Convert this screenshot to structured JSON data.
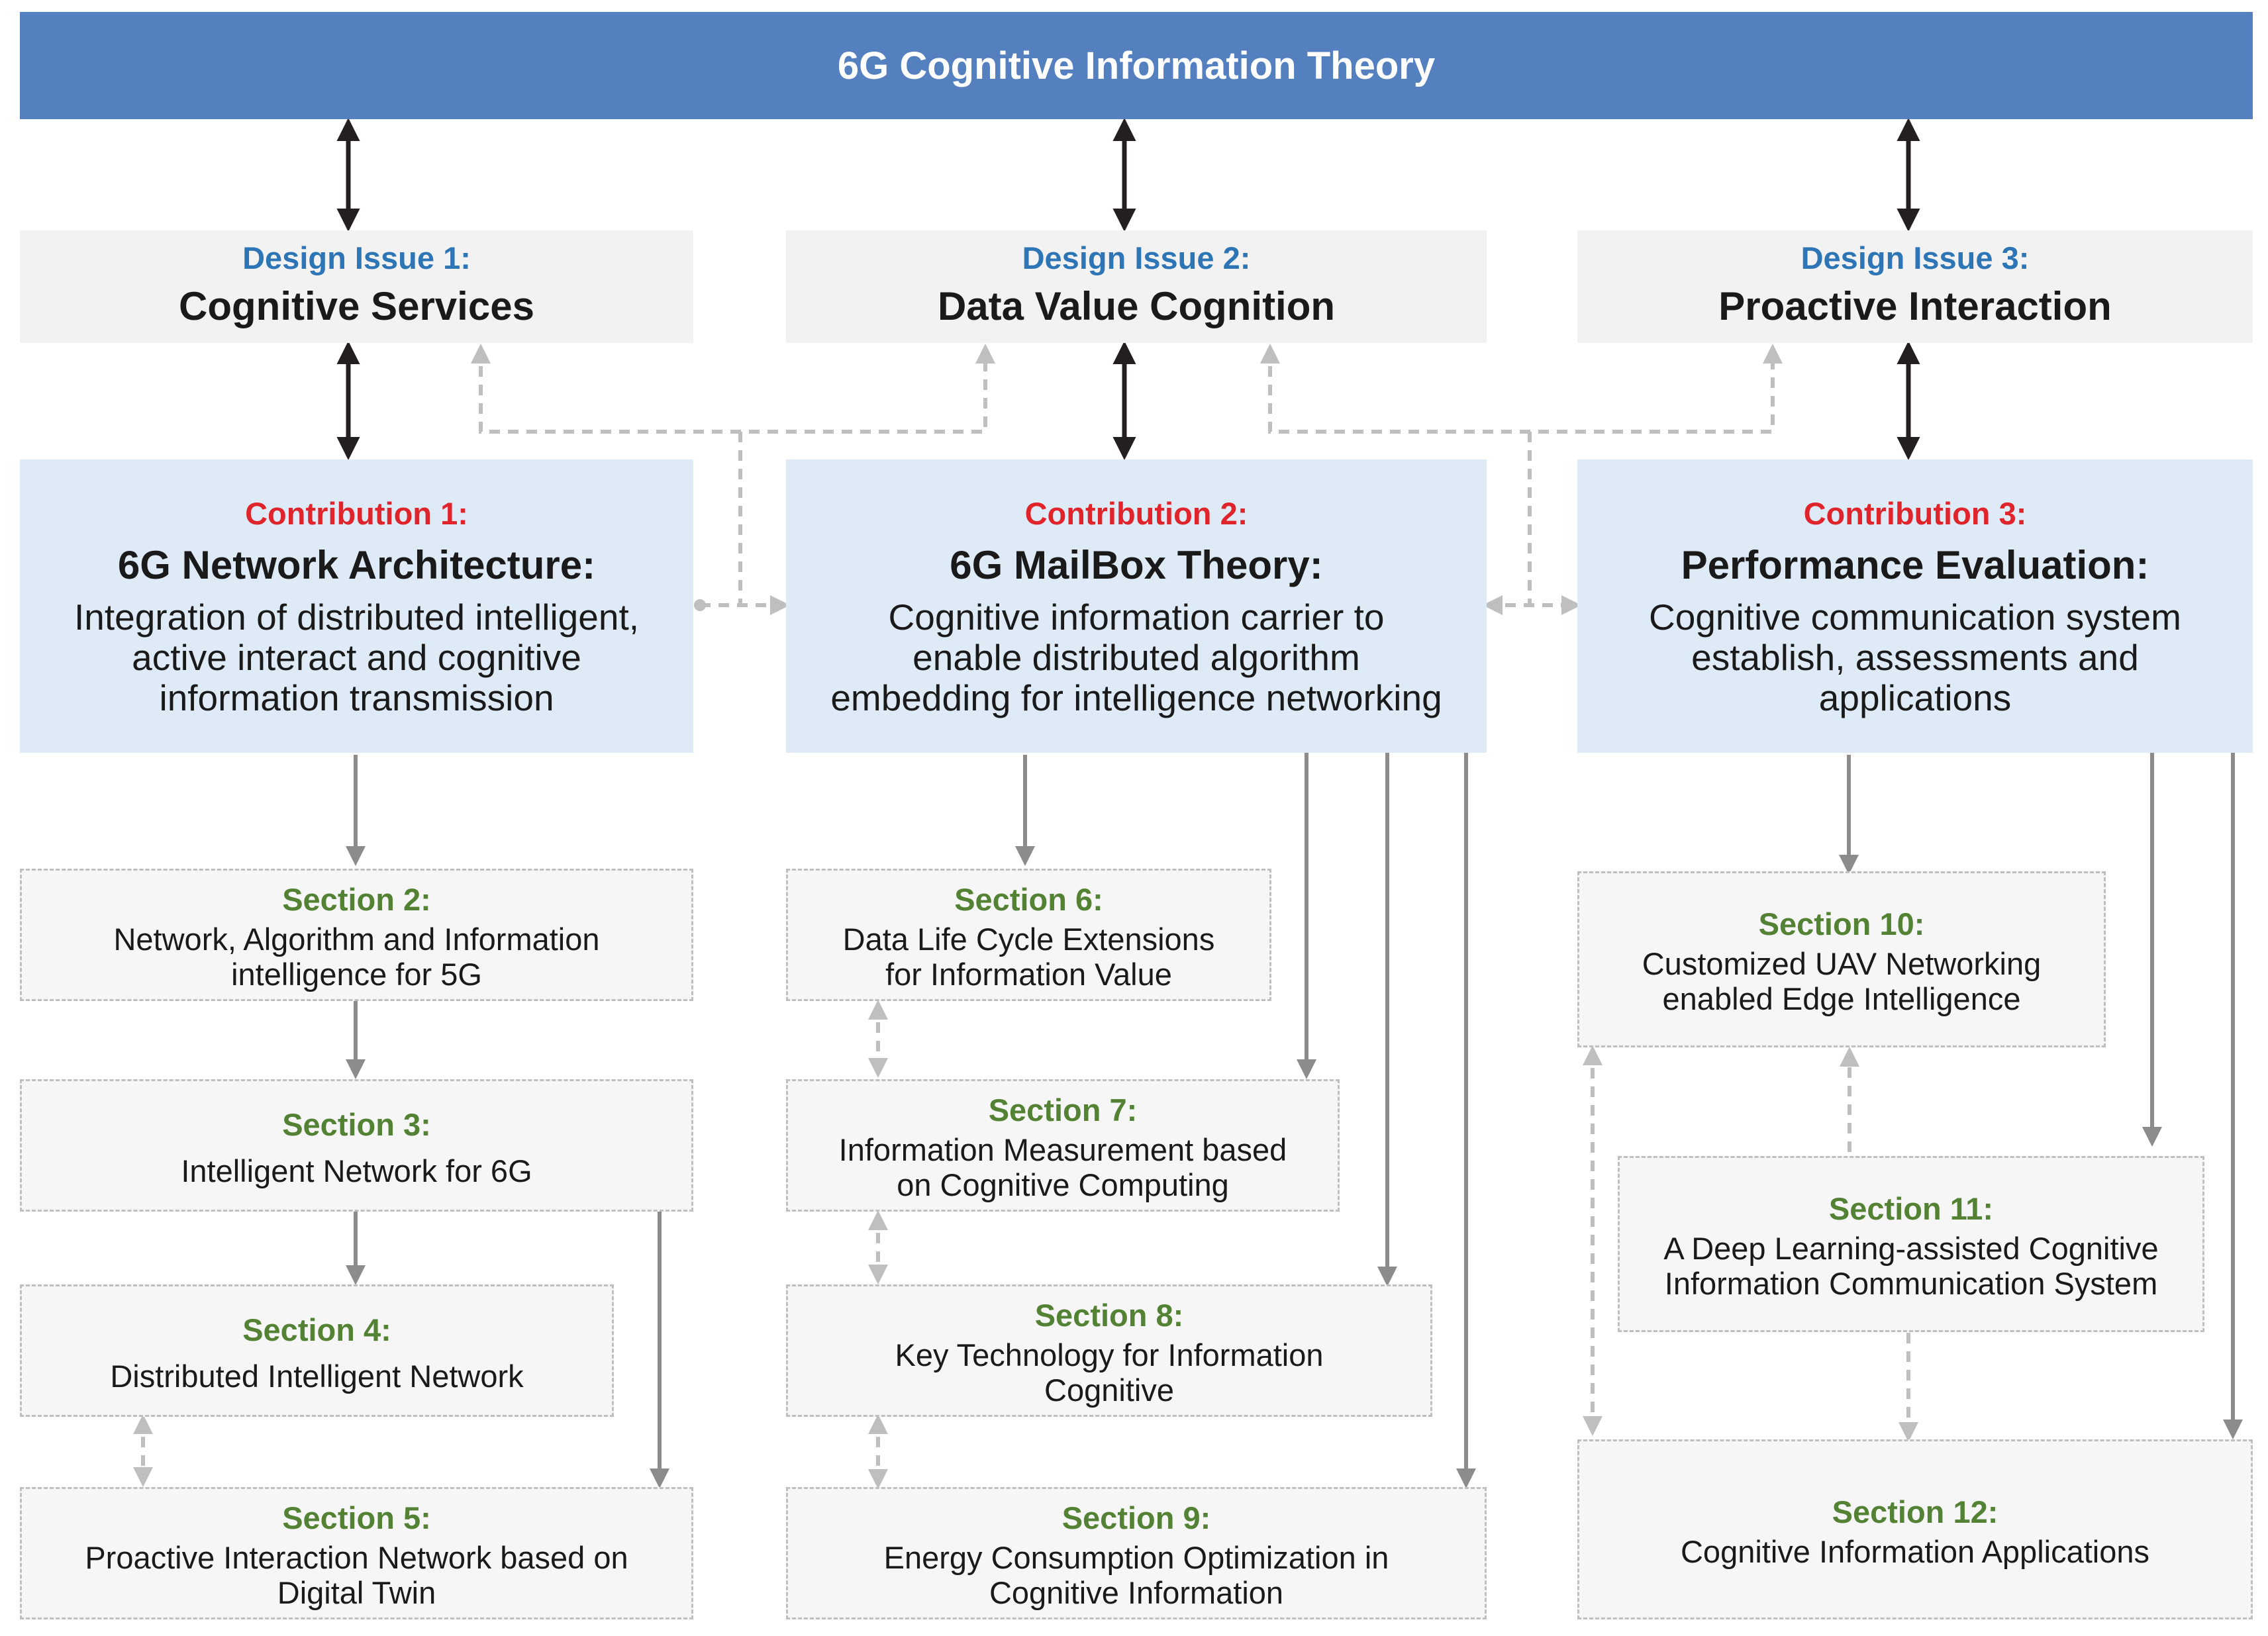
{
  "header": {
    "title": "6G Cognitive Information Theory"
  },
  "issues": [
    {
      "label": "Design Issue 1:",
      "title": "Cognitive Services"
    },
    {
      "label": "Design Issue 2:",
      "title": "Data Value Cognition"
    },
    {
      "label": "Design Issue 3:",
      "title": "Proactive Interaction"
    }
  ],
  "contributions": [
    {
      "label": "Contribution 1:",
      "title": "6G Network Architecture:",
      "desc": [
        "Integration of distributed intelligent,",
        "active interact and cognitive",
        "information transmission"
      ]
    },
    {
      "label": "Contribution 2:",
      "title": "6G MailBox Theory:",
      "desc": [
        "Cognitive information carrier to",
        "enable distributed algorithm",
        "embedding for intelligence networking"
      ]
    },
    {
      "label": "Contribution 3:",
      "title": "Performance Evaluation:",
      "desc": [
        "Cognitive communication system",
        "establish, assessments and",
        "applications"
      ]
    }
  ],
  "sections": {
    "s2": {
      "label": "Section 2:",
      "desc": [
        "Network, Algorithm and Information",
        "intelligence for 5G"
      ]
    },
    "s3": {
      "label": "Section 3:",
      "desc": [
        "Intelligent Network for 6G"
      ]
    },
    "s4": {
      "label": "Section 4:",
      "desc": [
        "Distributed Intelligent Network"
      ]
    },
    "s5": {
      "label": "Section 5:",
      "desc": [
        "Proactive Interaction Network based on",
        "Digital Twin"
      ]
    },
    "s6": {
      "label": "Section 6:",
      "desc": [
        "Data Life Cycle Extensions",
        "for Information Value"
      ]
    },
    "s7": {
      "label": "Section 7:",
      "desc": [
        "Information Measurement based",
        "on Cognitive Computing"
      ]
    },
    "s8": {
      "label": "Section 8:",
      "desc": [
        "Key Technology for Information",
        "Cognitive"
      ]
    },
    "s9": {
      "label": "Section 9:",
      "desc": [
        "Energy Consumption Optimization in",
        "Cognitive Information"
      ]
    },
    "s10": {
      "label": "Section 10:",
      "desc": [
        "Customized UAV Networking",
        "enabled Edge Intelligence"
      ]
    },
    "s11": {
      "label": "Section 11:",
      "desc": [
        "A Deep Learning-assisted Cognitive",
        "Information Communication System"
      ]
    },
    "s12": {
      "label": "Section 12:",
      "desc": [
        "Cognitive Information Applications"
      ]
    }
  },
  "colors": {
    "header_bg": "#5480c0",
    "issue_label": "#2e75b6",
    "contribution_label": "#e0242b",
    "section_label": "#548235",
    "contribution_bg": "#deebf7",
    "issue_bg": "#f2f2f2",
    "solid_arrow": "#231f20",
    "grey_arrow": "#8c8c8c",
    "dashed_arrow": "#bfbfbf"
  }
}
